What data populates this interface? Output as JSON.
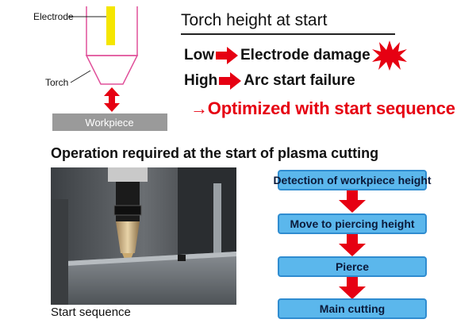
{
  "diagram": {
    "electrode_label": "Electrode",
    "torch_label": "Torch",
    "workpiece_label": "Workpiece"
  },
  "torch_height": {
    "title": "Torch height at start",
    "rows": [
      {
        "level": "Low",
        "effect": "Electrode damage"
      },
      {
        "level": "High",
        "effect": "Arc start failure"
      }
    ],
    "optimized": "→Optimized with start sequence"
  },
  "operation": {
    "title": "Operation required at the start of plasma cutting",
    "photo_caption": "Start sequence",
    "steps": [
      "Detection of workpiece height",
      "Move to piercing height",
      "Pierce",
      "Main cutting"
    ]
  },
  "colors": {
    "red": "#e60012",
    "magenta": "#e0509a",
    "electrode_yellow": "#f5e600",
    "workpiece_gray": "#9a9a9a",
    "flow_blue": "#5bb7ec"
  },
  "icons": {
    "arrow": "red-right-arrow-icon",
    "damage": "red-burst-icon",
    "flow": "red-down-arrow-icon",
    "height": "red-double-arrow-icon"
  }
}
